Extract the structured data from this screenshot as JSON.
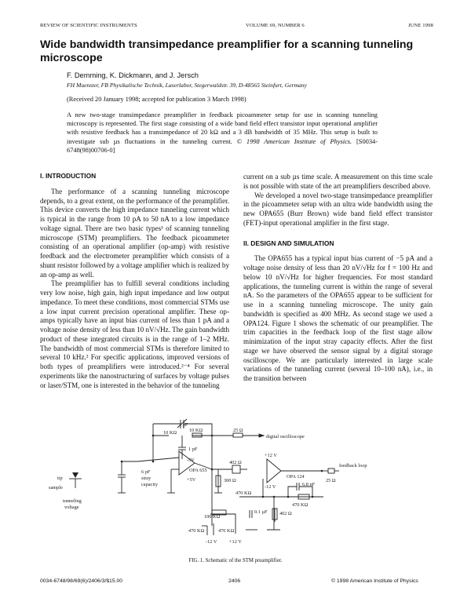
{
  "header": {
    "journal": "REVIEW OF SCIENTIFIC INSTRUMENTS",
    "volume": "VOLUME 69, NUMBER 6",
    "date": "JUNE 1998"
  },
  "article": {
    "title": "Wide bandwidth transimpedance preamplifier for a scanning tunneling microscope",
    "authors": "F. Demming, K. Dickmann, and J. Jersch",
    "affiliation": "FH Muenster, FB Physikalische Technik, Laserlabor, Stegerwaldstr. 39, D-48565 Steinfurt, Germany",
    "received": "(Received 20 January 1998; accepted for publication 3 March 1998)",
    "abstract": "A new two-stage transimpedance preamplifier in feedback picoammeter setup for use in scanning tunneling microscopy is represented. The first stage consisting of a wide band field effect transistor input operational amplifier with resistive feedback has a transimpedance of 20 kΩ and a 3 dB bandwidth of 35 MHz. This setup is built to investigate sub µs fluctuations in the tunneling current.",
    "copyright_italic": "© 1998 American Institute of Physics.",
    "doi": "[S0034-6748(98)00706-0]"
  },
  "sections": [
    {
      "heading": "I. INTRODUCTION",
      "paragraphs": [
        "The performance of a scanning tunneling microscope depends, to a great extent, on the performance of the preamplifier. This device converts the high impedance tunneling current which is typical in the range from 10 pA to 50 nA to a low impedance voltage signal. There are two basic types¹ of scanning tunneling microscope (STM) preamplifiers. The feedback picoammeter consisting of an operational amplifier (op-amp) with resistive feedback and the electrometer preamplifier which consists of a shunt resistor followed by a voltage amplifier which is realized by an op-amp as well.",
        "The preamplifier has to fulfill several conditions including very low noise, high gain, high input impedance and low output impedance. To meet these conditions, most commercial STMs use a low input current precision operational amplifier. These op-amps typically have an input bias current of less than 1 pA and a voltage noise density of less than 10 nV/√Hz. The gain bandwidth product of these integrated circuits is in the range of 1–2 MHz. The bandwidth of most commercial STMs is therefore limited to several 10 kHz.² For specific applications, improved versions of both types of preamplifiers were introduced.²⁻⁴ For several experiments like the nanostructuring of surfaces by voltage pulses or laser/STM, one is interested in the behavior of the tunneling current on a sub µs time scale. A measurement on this time scale is not possible with state of the art preamplifiers described above.",
        "We developed a novel two-stage transimpedance preamplifier in the picoammeter setup with an ultra wide bandwidth using the new OPA655 (Burr Brown) wide band field effect transistor (FET)-input operational amplifier in the first stage."
      ]
    },
    {
      "heading": "II. DESIGN AND SIMULATION",
      "paragraphs": [
        "The OPA655 has a typical input bias current of −5 pA and a voltage noise density of less than 20 nV/√Hz for f = 100 Hz and below 10 nV/√Hz for higher frequencies. For most standard applications, the tunneling current is within the range of several nA. So the parameters of the OPA655 appear to be sufficient for use in a scanning tunneling microscope. The unity gain bandwidth is specified as 400 MHz. As second stage we used a OPA124. Figure 1 shows the schematic of our preamplifier. The trim capacities in the feedback loop of the first stage allow minimization of the input stray capacity effects. After the first stage we have observed the sensor signal by a digital storage oscilloscope. We are particularly interested in large scale variations of the tunneling current (several 10–100 nA), i.e., in the transition between"
      ]
    }
  ],
  "figure": {
    "caption": "FIG. 1.  Schematic of the STM preamplifier.",
    "labels": {
      "trim_cap": "1 pF",
      "r_10k_a": "10 KΩ",
      "r_10k_b": "10 KΩ",
      "r_25_out": "25 Ω",
      "oscilloscope": "digital oscilloscope",
      "cap_1pf": "1 pF",
      "neg5v": "-5V",
      "pos5v": "+5V",
      "opa655": "OPA 655",
      "r_402_a": "402 Ω",
      "r_300": "300 Ω",
      "stray_1": "6 pF",
      "stray_2": "stray",
      "stray_3": "capacity",
      "tip": "tip",
      "sample": "sample",
      "tunnel_1": "tunneling",
      "tunnel_2": "voltage",
      "pos12v_top": "+12 V",
      "neg12v_mid": "-12 V",
      "opa124": "OPA 124",
      "feedback": "feedback loop",
      "r_25_fb": "25 Ω",
      "cap_68nf": "6.8 nF",
      "r_470_in": "470 KΩ",
      "r_470_fb": "470 KΩ",
      "r_100k": "100 KΩ",
      "cap_01uf": "0.1 µF",
      "r_402_b": "402 Ω",
      "r_470_low": "470 KΩ",
      "r_470_low2": "470 KΩ",
      "neg12v_low": "-12 V",
      "pos12v_low": "+12 V"
    }
  },
  "footer": {
    "code": "0034-6748/98/69(6)/2406/3/$15.00",
    "page": "2406",
    "copyright": "© 1998 American Institute of Physics"
  }
}
